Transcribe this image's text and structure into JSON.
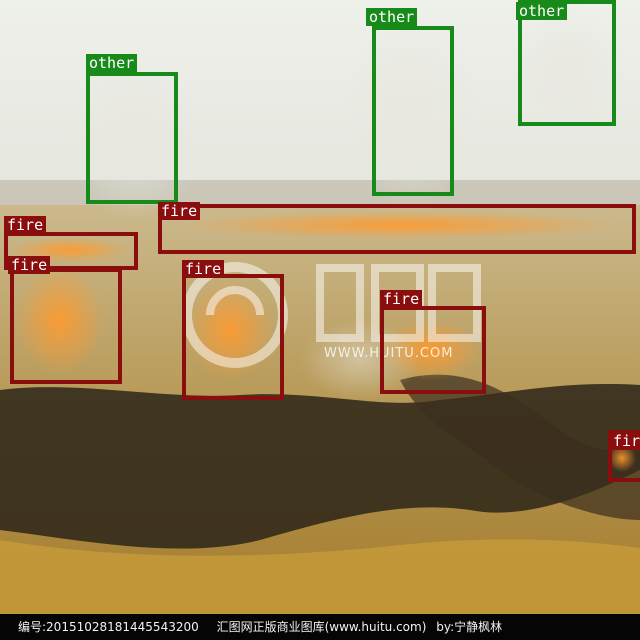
{
  "detections": [
    {
      "label": "other",
      "class": "other"
    },
    {
      "label": "other",
      "class": "other"
    },
    {
      "label": "other",
      "class": "other"
    },
    {
      "label": "fire",
      "class": "fire"
    },
    {
      "label": "fire",
      "class": "fire"
    },
    {
      "label": "fire",
      "class": "fire"
    },
    {
      "label": "fire",
      "class": "fire"
    },
    {
      "label": "fire",
      "class": "fire"
    },
    {
      "label": "fire",
      "class": "fire"
    }
  ],
  "edge_tag": "fir",
  "watermark": {
    "url": "WWW.HUITU.COM",
    "logo_text": "汇图网"
  },
  "footer": {
    "id_label": "编号:",
    "id_value": "20151028181445543200",
    "site": "汇图网正版商业图库(www.huitu.com)",
    "author": "by:宁静枫林"
  },
  "colors": {
    "fire": "#8b0e0e",
    "other": "#188a1a"
  }
}
